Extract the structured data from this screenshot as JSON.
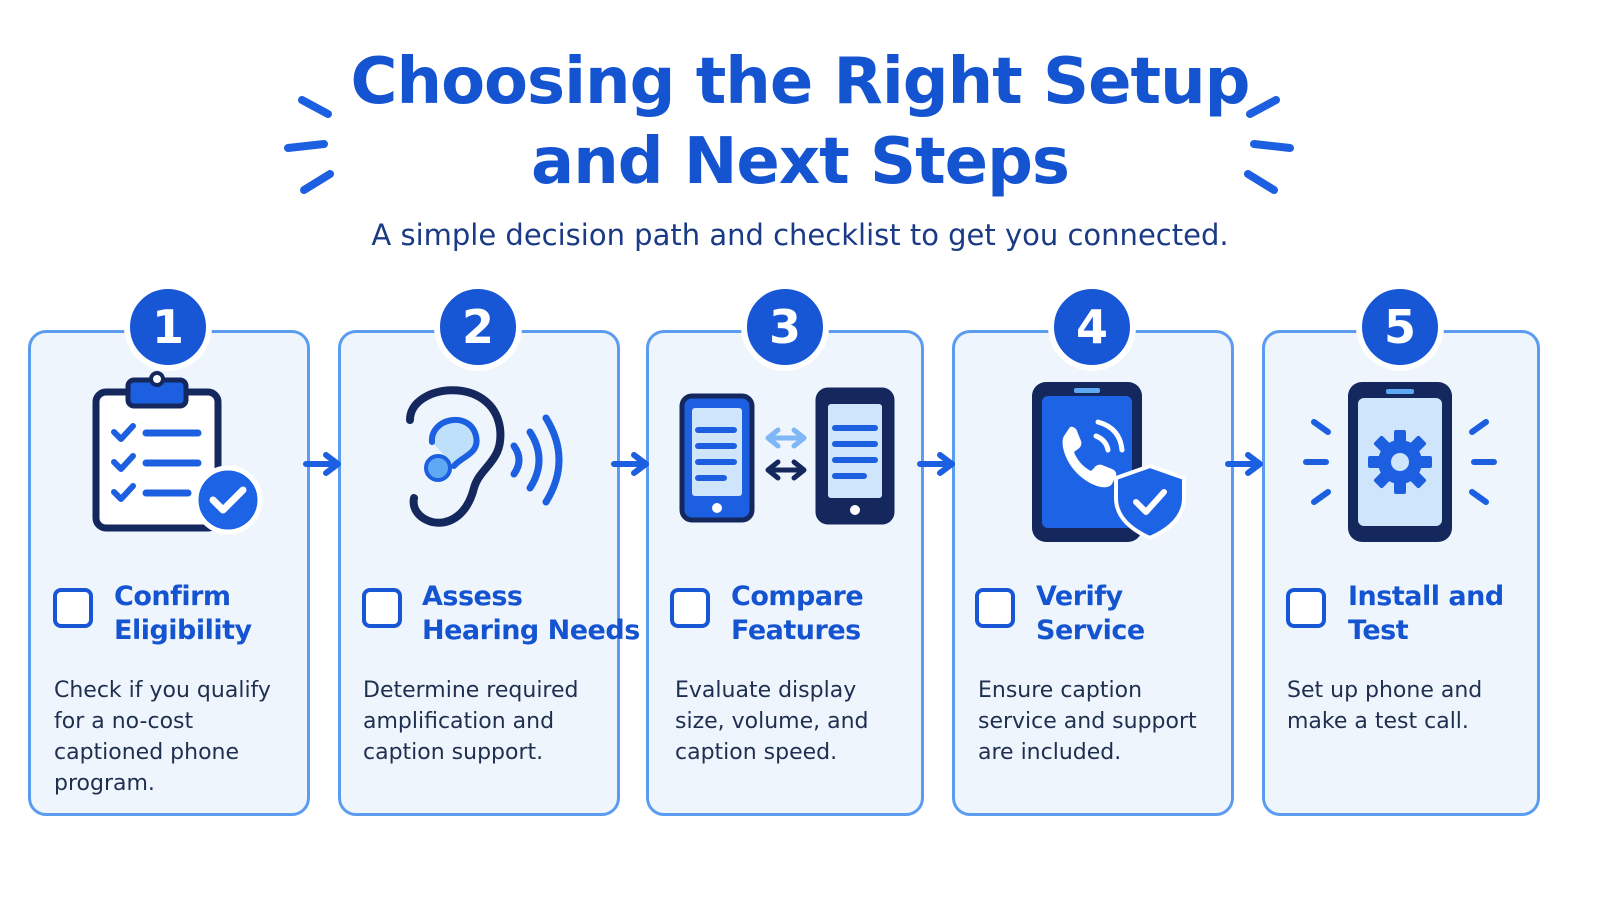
{
  "header": {
    "title_line1": "Choosing the Right Setup",
    "title_line2": "and Next Steps",
    "subtitle": "A simple decision path and checklist to get you connected."
  },
  "colors": {
    "primary": "#1757d6",
    "card_border": "#5b9cf0",
    "card_fill": "#eef5fd",
    "text": "#1f2f4f"
  },
  "steps": [
    {
      "number": "1",
      "title_line1": "Confirm",
      "title_line2": "Eligibility",
      "description": "Check if you qualify for a no-cost captioned phone program.",
      "icon": "clipboard-checklist-icon"
    },
    {
      "number": "2",
      "title_line1": "Assess",
      "title_line2": "Hearing Needs",
      "description": "Determine required amplification and caption support.",
      "icon": "ear-sound-icon"
    },
    {
      "number": "3",
      "title_line1": "Compare",
      "title_line2": "Features",
      "description": "Evaluate display size, volume, and caption speed.",
      "icon": "compare-phones-icon"
    },
    {
      "number": "4",
      "title_line1": "Verify",
      "title_line2": "Service",
      "description": "Ensure caption service and support are included.",
      "icon": "phone-shield-icon"
    },
    {
      "number": "5",
      "title_line1": "Install and",
      "title_line2": "Test",
      "description": "Set up phone and make a test call.",
      "icon": "phone-gear-icon"
    }
  ]
}
